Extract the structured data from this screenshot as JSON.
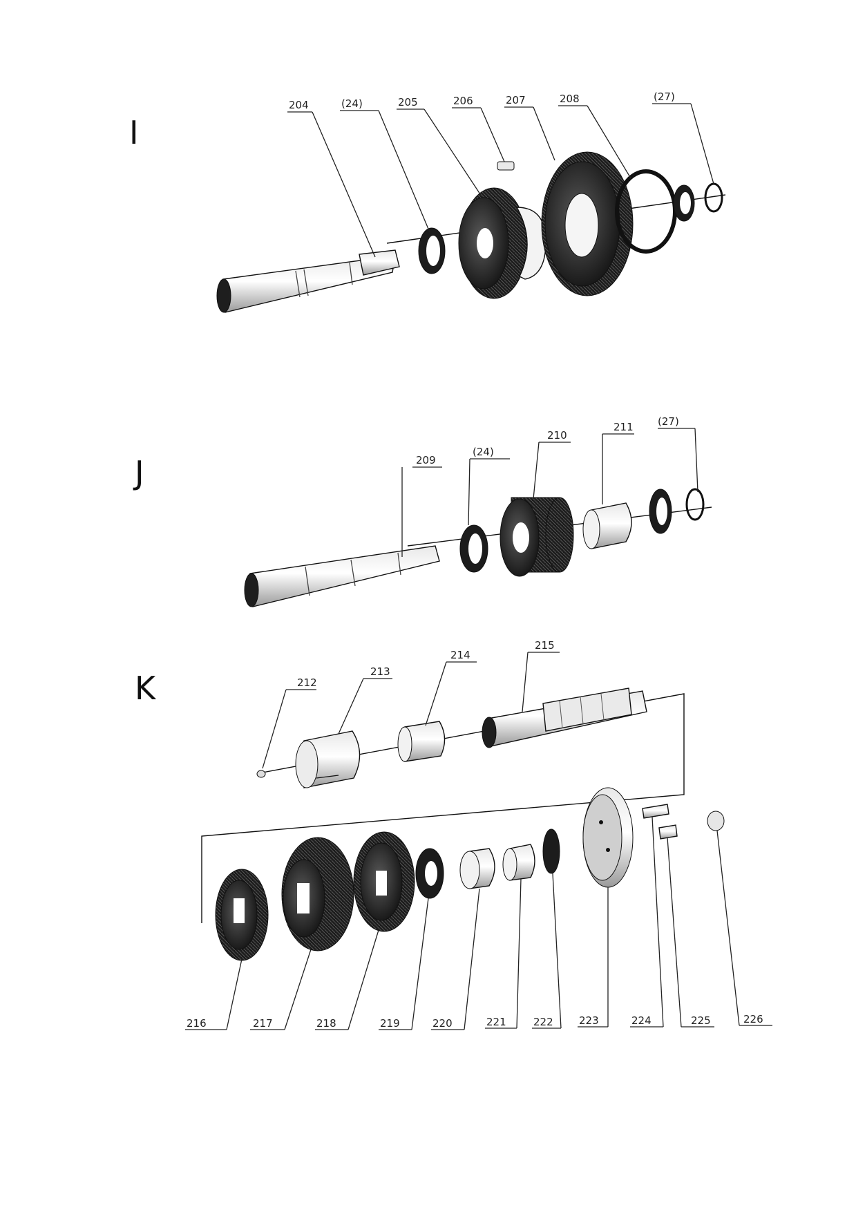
{
  "colors": {
    "ink": "#111111",
    "paper": "#ffffff",
    "shade": "#8a8a8a",
    "dark": "#2a2a2a"
  },
  "sections": [
    {
      "letter": "I",
      "labels": [
        "204",
        "(24)",
        "205",
        "206",
        "207",
        "208",
        "(27)"
      ]
    },
    {
      "letter": "J",
      "labels": [
        "209",
        "(24)",
        "210",
        "211",
        "(27)"
      ]
    },
    {
      "letter": "K",
      "labels_top": [
        "212",
        "213",
        "214",
        "215"
      ],
      "labels_bottom": [
        "216",
        "217",
        "218",
        "219",
        "220",
        "221",
        "222",
        "223",
        "224",
        "225",
        "226"
      ]
    }
  ]
}
